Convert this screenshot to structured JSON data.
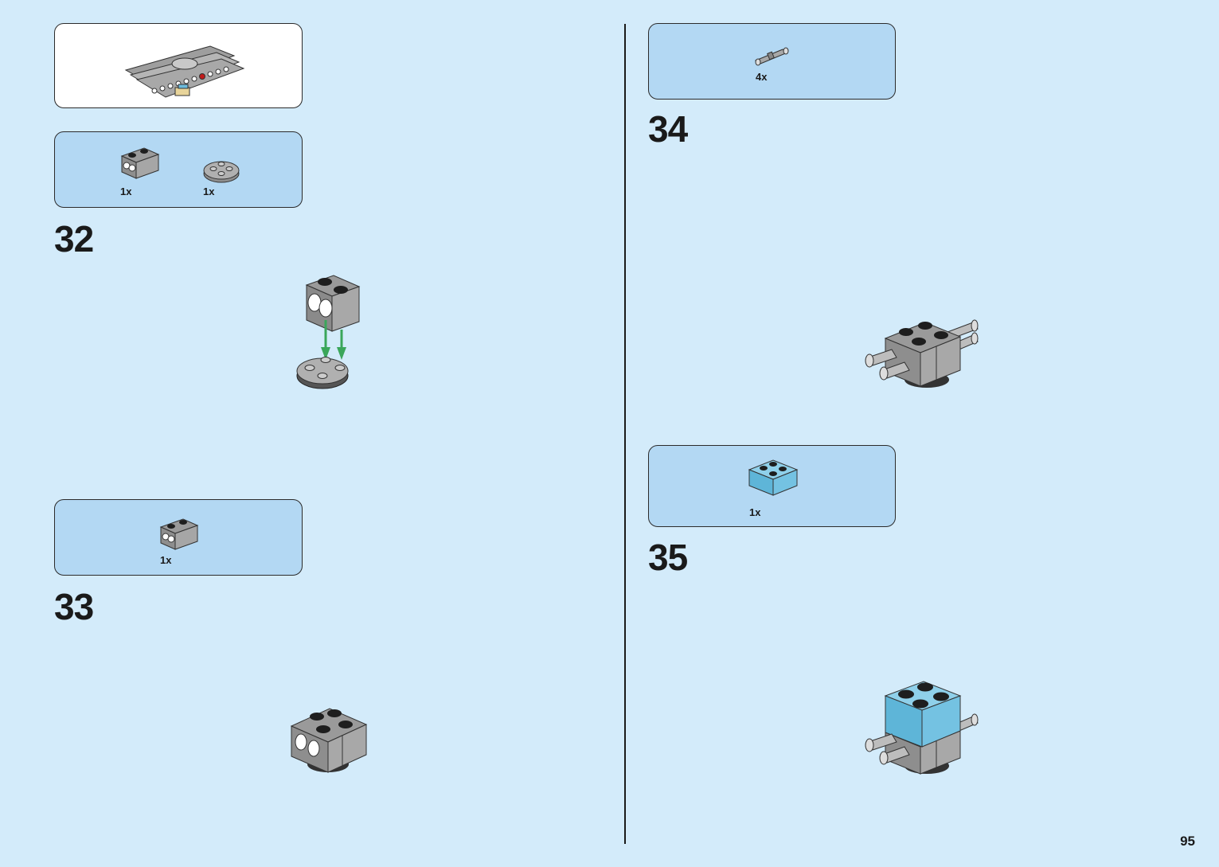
{
  "page": {
    "number": "95"
  },
  "colors": {
    "background": "#d3ebfa",
    "panel": "#b3d8f3",
    "panel_white": "#ffffff",
    "brick_gray": "#9a9a9a",
    "brick_light_gray": "#bdbdbd",
    "brick_azure": "#6cbbdc",
    "arrow_green": "#3aa65a",
    "stud_black": "#1e1e1e"
  },
  "submodel_callout": {
    "icon": "tank-tread-submodel-icon"
  },
  "steps": [
    {
      "number": "32",
      "parts": [
        {
          "icon": "technic-brick-1x2-holes-icon",
          "qty": "1x"
        },
        {
          "icon": "round-plate-2x2-icon",
          "qty": "1x"
        }
      ]
    },
    {
      "number": "33",
      "parts": [
        {
          "icon": "technic-brick-1x2-holes-icon",
          "qty": "1x"
        }
      ]
    },
    {
      "number": "34",
      "parts": [
        {
          "icon": "technic-pin-icon",
          "qty": "4x"
        }
      ]
    },
    {
      "number": "35",
      "parts": [
        {
          "icon": "brick-2x2-azure-icon",
          "qty": "1x"
        }
      ]
    }
  ]
}
